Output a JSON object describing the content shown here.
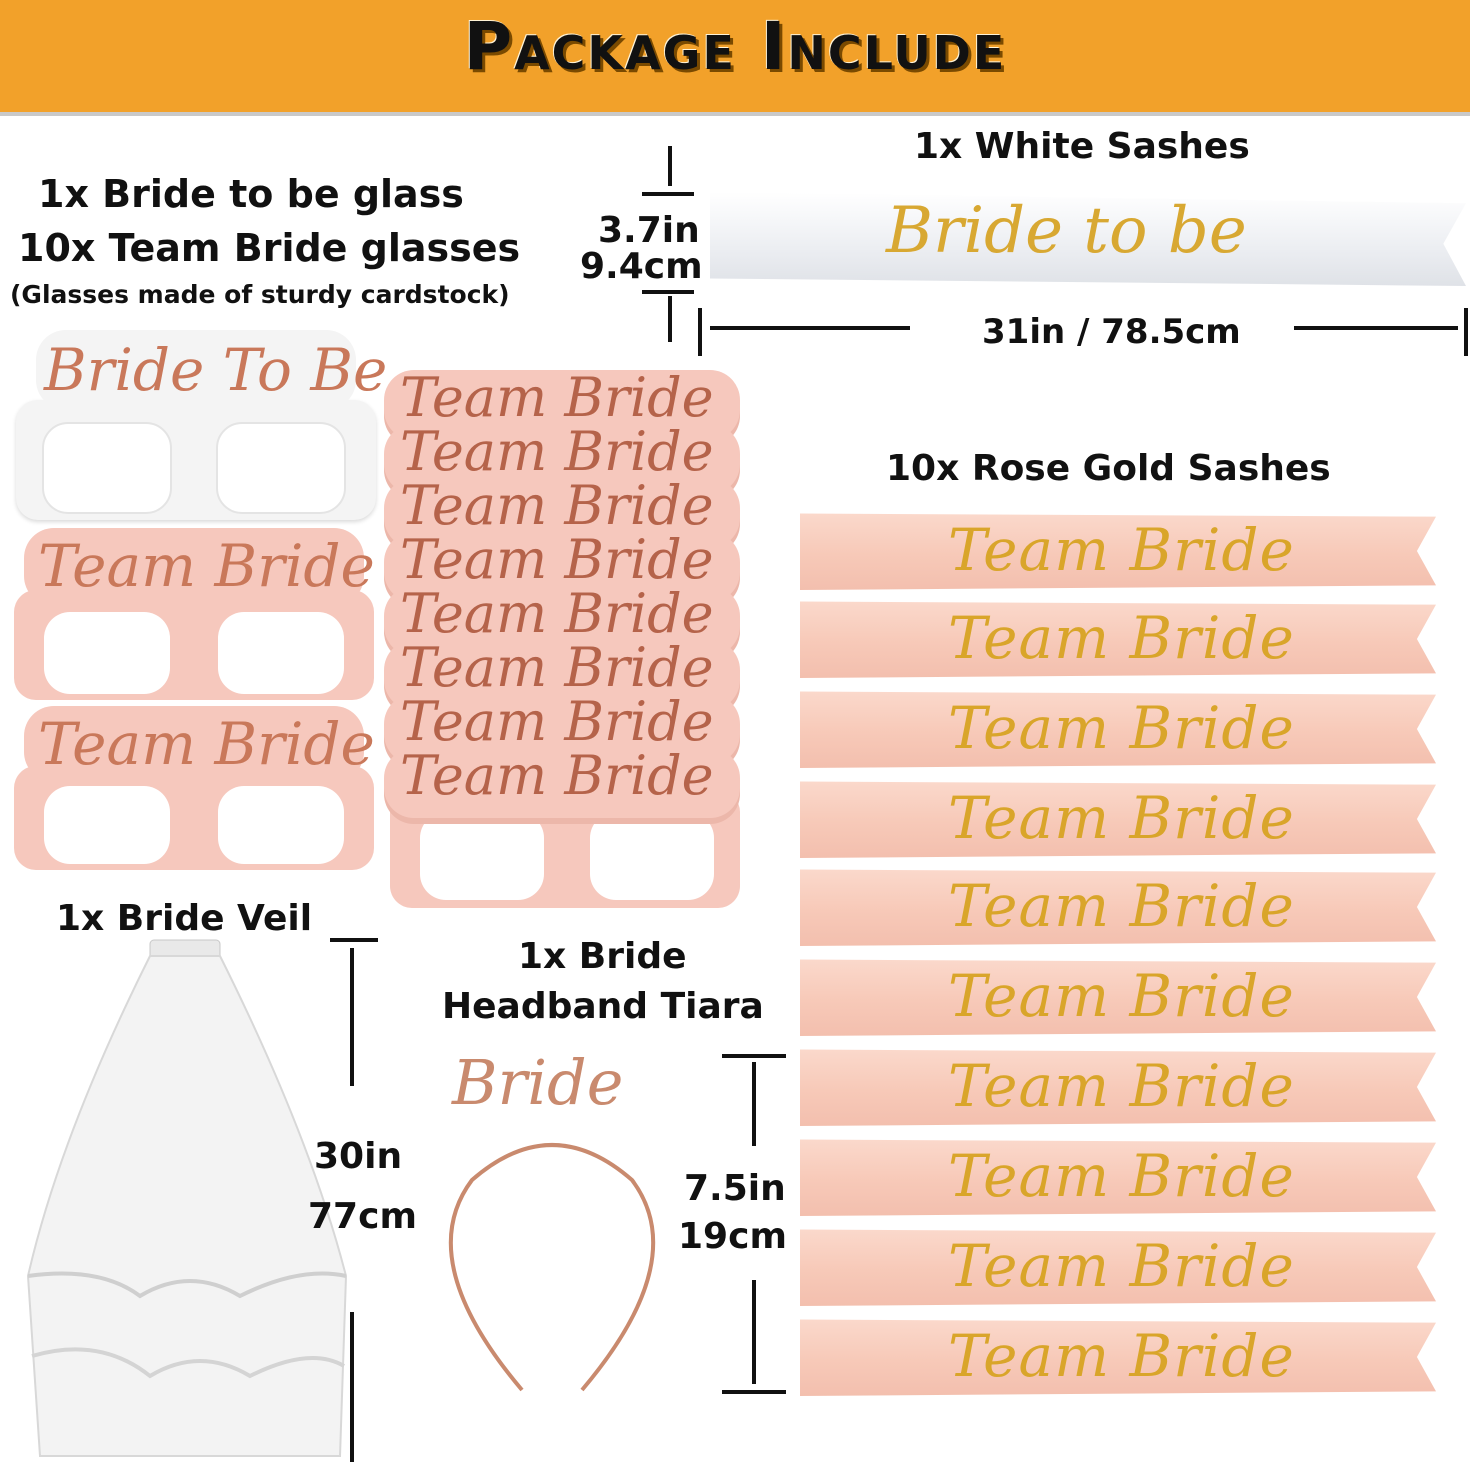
{
  "banner": {
    "title": "Package Include"
  },
  "glasses_section": {
    "line1": "1x Bride to be glass",
    "line2": "10x Team Bride glasses",
    "note": "(Glasses made of sturdy cardstock)",
    "bride_glasses_text": "Bride To Be",
    "team_glasses_text": "Team Bride"
  },
  "white_sash": {
    "title": "1x White Sashes",
    "text": "Bride to be",
    "height_in": "3.7in",
    "height_cm": "9.4cm",
    "width": "31in / 78.5cm"
  },
  "rose_sashes": {
    "title": "10x Rose Gold Sashes",
    "items": [
      "Team Bride",
      "Team Bride",
      "Team Bride",
      "Team Bride",
      "Team Bride",
      "Team Bride",
      "Team Bride",
      "Team Bride",
      "Team Bride",
      "Team Bride"
    ],
    "height_in": "7.5in",
    "height_cm": "19cm"
  },
  "veil": {
    "title": "1x Bride Veil",
    "length_in": "30in",
    "length_cm": "77cm"
  },
  "tiara": {
    "title_line1": "1x Bride",
    "title_line2": "Headband Tiara",
    "text": "Bride"
  },
  "colors": {
    "banner": "#f2a12a",
    "rose_gold": "#c9785a",
    "gold_text": "#d9a52a",
    "pink_sash": "#f7c9b8",
    "pink_glasses": "#f6c8bd"
  }
}
